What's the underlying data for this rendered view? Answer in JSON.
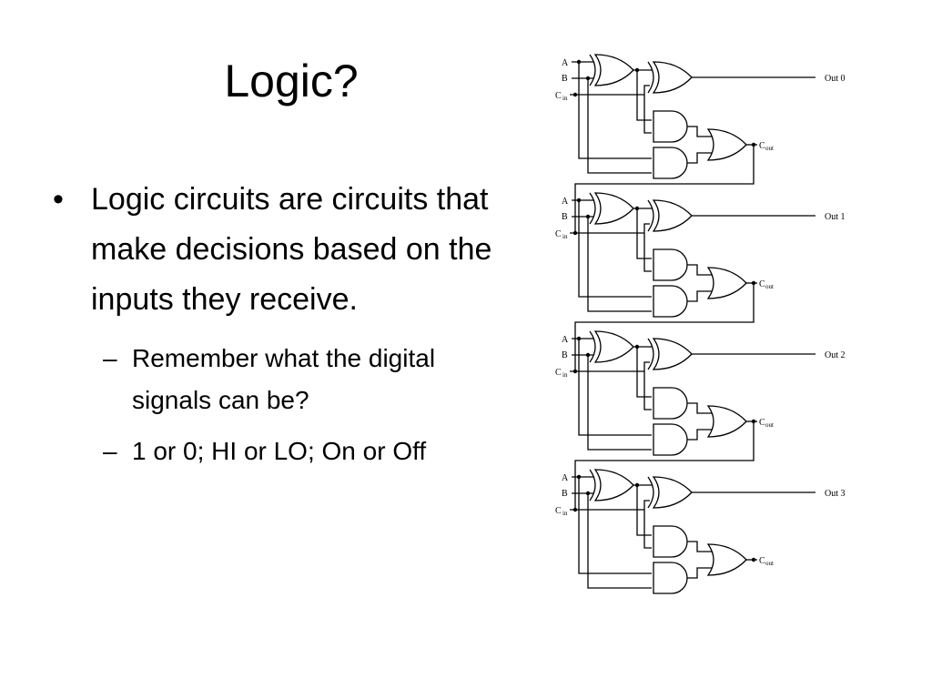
{
  "slide": {
    "title": "Logic?",
    "bullets": [
      {
        "symbol": "•",
        "text": "Logic circuits are circuits that make decisions based on the inputs they receive.",
        "sub": [
          {
            "symbol": "–",
            "text": "Remember what the digital signals can be?"
          },
          {
            "symbol": "–",
            "text": "1 or 0; HI or LO; On or Off"
          }
        ]
      }
    ]
  },
  "diagram": {
    "stages": [
      {
        "in_a": "A",
        "in_b": "B",
        "in_c": "C",
        "in_c_sub": "in",
        "out": "Out 0",
        "carry": "C",
        "carry_sub": "out"
      },
      {
        "in_a": "A",
        "in_b": "B",
        "in_c": "C",
        "in_c_sub": "in",
        "out": "Out 1",
        "carry": "C",
        "carry_sub": "out"
      },
      {
        "in_a": "A",
        "in_b": "B",
        "in_c": "C",
        "in_c_sub": "in",
        "out": "Out 2",
        "carry": "C",
        "carry_sub": "out"
      },
      {
        "in_a": "A",
        "in_b": "B",
        "in_c": "C",
        "in_c_sub": "in",
        "out": "Out 3",
        "carry": "C",
        "carry_sub": "out"
      }
    ]
  }
}
